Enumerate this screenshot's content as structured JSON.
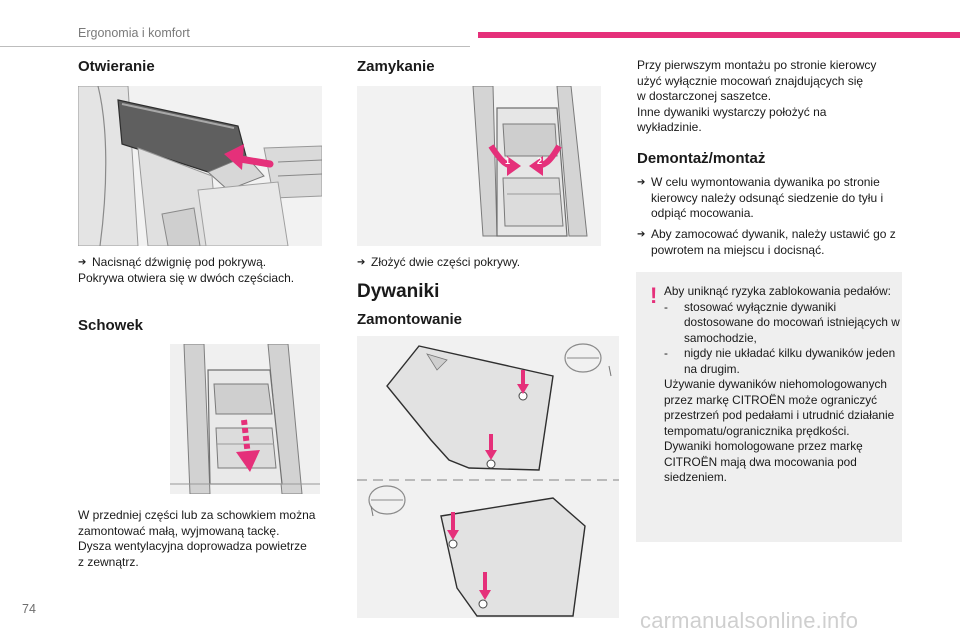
{
  "header": {
    "section": "Ergonomia i komfort",
    "accent_color": "#e5307a"
  },
  "page_number": "74",
  "watermark": "carmanualsonline.info",
  "col1": {
    "opening": {
      "title": "Otwieranie",
      "bullet": "Nacisnąć dźwignię pod pokrywą.",
      "text": "Pokrywa otwiera się w dwóch częściach."
    },
    "storage": {
      "title": "Schowek",
      "text_lines": [
        "W przedniej części lub za schowkiem można",
        "zamontować małą, wyjmowaną tackę.",
        "Dysza wentylacyjna doprowadza powietrze",
        "z zewnątrz."
      ]
    }
  },
  "col2": {
    "closing": {
      "title": "Zamykanie",
      "bullet": "Złożyć dwie części pokrywy.",
      "callouts": [
        "1",
        "2"
      ]
    },
    "mats": {
      "title": "Dywaniki",
      "subtitle": "Zamontowanie"
    }
  },
  "col3": {
    "intro_lines": [
      "Przy pierwszym montażu po stronie kierowcy",
      "użyć wyłącznie mocowań znajdujących się",
      "w dostarczonej saszetce.",
      "Inne dywaniki wystarczy położyć na",
      "wykładzinie."
    ],
    "removal": {
      "title": "Demontaż/montaż",
      "bullets": [
        "W celu wymontowania dywanika po stronie kierowcy należy odsunąć siedzenie do tyłu i odpiąć mocowania.",
        "Aby zamocować dywanik, należy ustawić go z powrotem na miejscu i docisnąć."
      ]
    },
    "warning": {
      "mark": "!",
      "intro": "Aby uniknąć ryzyka zablokowania pedałów:",
      "items": [
        "stosować wyłącznie dywaniki dostosowane do mocowań istniejących w samochodzie,",
        "nigdy nie układać kilku dywaników jeden na drugim."
      ],
      "paragraph1": "Używanie dywaników niehomologowanych przez markę CITROËN może ograniczyć przestrzeń pod pedałami i utrudnić działanie tempomatu/ogranicznika prędkości.",
      "paragraph2": "Dywaniki homologowane przez markę CITROËN mają dwa mocowania pod siedzeniem."
    }
  },
  "bullet_mark": "➔",
  "dash_mark": "-"
}
